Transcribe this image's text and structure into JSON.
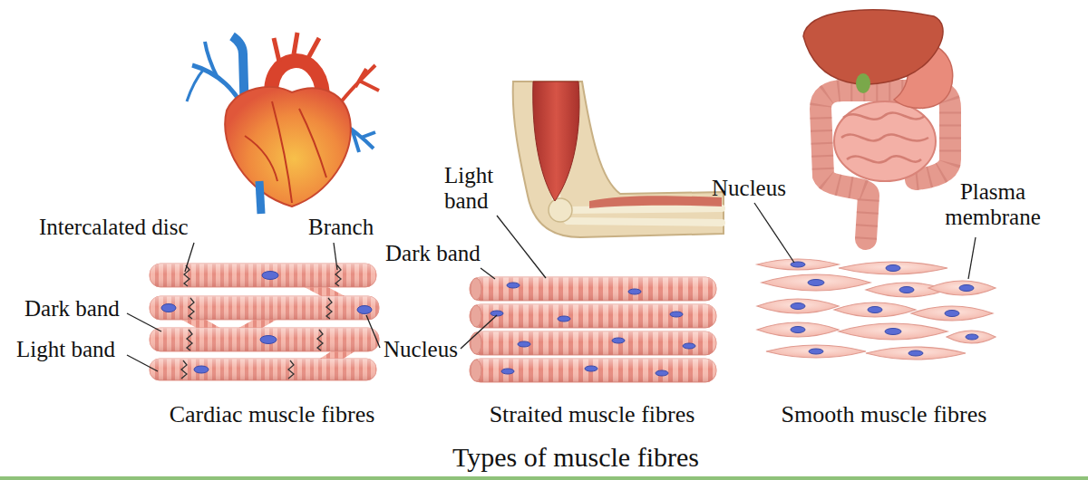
{
  "diagram": {
    "caption": "Types of muscle fibres",
    "labels": [
      "Intercalated disc",
      "Branch",
      "Dark band",
      "Light band",
      "Nucleus",
      "Light band",
      "Dark band",
      "Nucleus",
      "Plasma membrane",
      "Cardiac muscle fibres",
      "Straited muscle fibres",
      "Smooth muscle fibres"
    ]
  }
}
